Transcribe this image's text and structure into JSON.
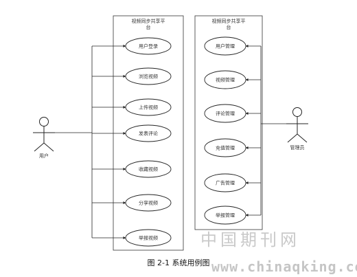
{
  "systems": [
    {
      "title_line1": "视频同步共享平",
      "title_line2": "台"
    },
    {
      "title_line1": "视频同步共享平",
      "title_line2": "台"
    }
  ],
  "user_actor": {
    "label": "用户"
  },
  "admin_actor": {
    "label": "管理员"
  },
  "user_use_cases": [
    "用户登录",
    "浏览视频",
    "上传视频",
    "发表评论",
    "收藏视频",
    "分享视频",
    "举报视频"
  ],
  "admin_use_cases": [
    "用户管理",
    "视频管理",
    "评论管理",
    "充值管理",
    "广告管理",
    "举报管理"
  ],
  "caption": "图 2-1  系统用例图",
  "watermark": {
    "cn": "中国期刊网",
    "url": "www.chinaqking.com"
  }
}
